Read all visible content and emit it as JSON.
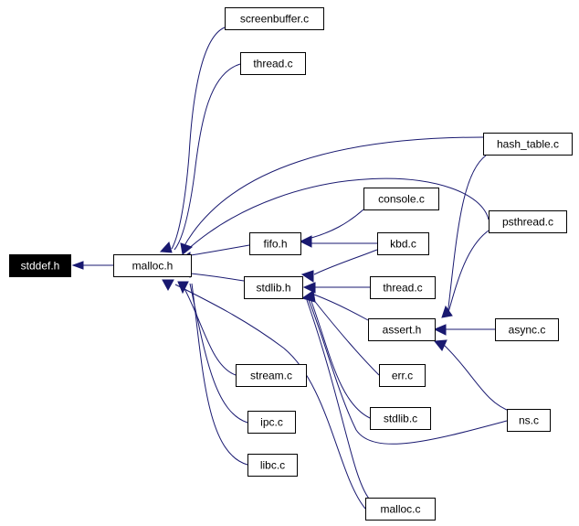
{
  "colors": {
    "edge": "#191970",
    "node_border": "#000000",
    "root_fill": "#000000",
    "root_text": "#ffffff"
  },
  "nodes": {
    "stddef_h": "stddef.h",
    "malloc_h": "malloc.h",
    "fifo_h": "fifo.h",
    "stdlib_h": "stdlib.h",
    "assert_h": "assert.h",
    "screenbuffer_c": "screenbuffer.c",
    "thread_c_top": "thread.c",
    "hash_table_c": "hash_table.c",
    "console_c": "console.c",
    "psthread_c": "psthread.c",
    "kbd_c": "kbd.c",
    "thread_c_mid": "thread.c",
    "async_c": "async.c",
    "err_c": "err.c",
    "stdlib_c": "stdlib.c",
    "ns_c": "ns.c",
    "stream_c": "stream.c",
    "ipc_c": "ipc.c",
    "libc_c": "libc.c",
    "malloc_c": "malloc.c"
  }
}
